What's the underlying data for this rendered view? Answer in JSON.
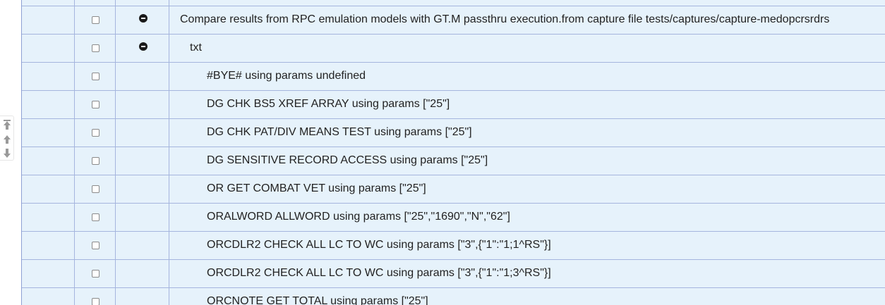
{
  "colors": {
    "row_background": "#e6f2fb",
    "grid_line": "#a5b5de",
    "text": "#222222",
    "toggle": "#1a1a1a"
  },
  "scroll_nav": {
    "icons": [
      "scroll-to-top-icon",
      "scroll-up-icon",
      "scroll-down-icon"
    ]
  },
  "rows": [
    {
      "label": "",
      "level": 0,
      "has_toggle": false,
      "checked": false
    },
    {
      "label": "Compare results from RPC emulation models with GT.M passthru execution.from capture file tests/captures/capture-medopcrsrdrs",
      "level": 0,
      "has_toggle": true,
      "toggle_icon": "minus-circle-icon",
      "checked": false
    },
    {
      "label": "txt",
      "level": 1,
      "has_toggle": true,
      "toggle_icon": "minus-circle-icon",
      "checked": false
    },
    {
      "label": "#BYE# using params undefined",
      "level": 2,
      "has_toggle": false,
      "checked": false
    },
    {
      "label": "DG CHK BS5 XREF ARRAY using params [\"25\"]",
      "level": 2,
      "has_toggle": false,
      "checked": false
    },
    {
      "label": "DG CHK PAT/DIV MEANS TEST using params [\"25\"]",
      "level": 2,
      "has_toggle": false,
      "checked": false
    },
    {
      "label": "DG SENSITIVE RECORD ACCESS using params [\"25\"]",
      "level": 2,
      "has_toggle": false,
      "checked": false
    },
    {
      "label": "OR GET COMBAT VET using params [\"25\"]",
      "level": 2,
      "has_toggle": false,
      "checked": false
    },
    {
      "label": "ORALWORD ALLWORD using params [\"25\",\"1690\",\"N\",\"62\"]",
      "level": 2,
      "has_toggle": false,
      "checked": false
    },
    {
      "label": "ORCDLR2 CHECK ALL LC TO WC using params [\"3\",{\"1\":\"1;1^RS\"}]",
      "level": 2,
      "has_toggle": false,
      "checked": false
    },
    {
      "label": "ORCDLR2 CHECK ALL LC TO WC using params [\"3\",{\"1\":\"1;3^RS\"}]",
      "level": 2,
      "has_toggle": false,
      "checked": false
    },
    {
      "label": "ORCNOTE GET TOTAL using params [\"25\"]",
      "level": 2,
      "has_toggle": false,
      "checked": false
    }
  ]
}
